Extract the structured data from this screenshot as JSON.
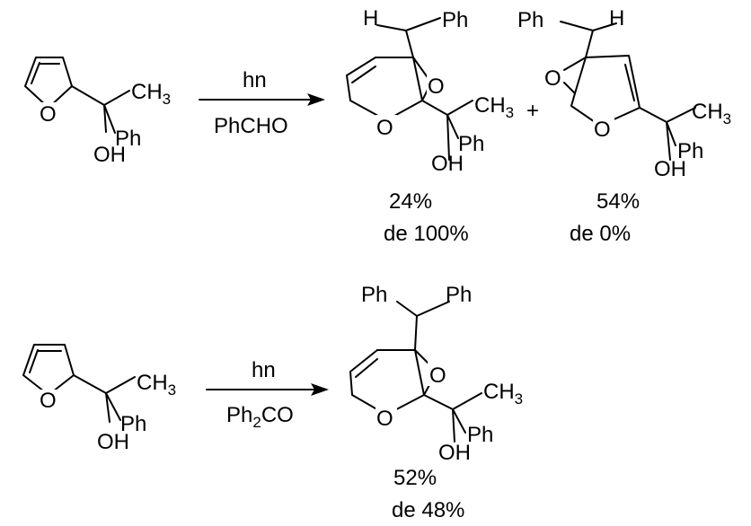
{
  "reaction_1": {
    "reactant": {
      "ch3": "CH",
      "ch3_sub": "3",
      "ph": "Ph",
      "oh": "OH",
      "ring_o": "O"
    },
    "arrow": {
      "above": "hn",
      "below": "PhCHO"
    },
    "product_a": {
      "h": "H",
      "ph_top": "Ph",
      "bridge_o": "O",
      "ring_o": "O",
      "ch3": "CH",
      "ch3_sub": "3",
      "ph": "Ph",
      "oh": "OH",
      "yield": "24%",
      "de": "de 100%"
    },
    "plus": "+",
    "product_b": {
      "ph_top": "Ph",
      "h": "H",
      "bridge_o": "O",
      "ring_o": "O",
      "ch3": "CH",
      "ch3_sub": "3",
      "ph": "Ph",
      "oh": "OH",
      "yield": "54%",
      "de": "de 0%"
    }
  },
  "reaction_2": {
    "reactant": {
      "ch3": "CH",
      "ch3_sub": "3",
      "ph": "Ph",
      "oh": "OH",
      "ring_o": "O"
    },
    "arrow": {
      "above": "hn",
      "below_main": "Ph",
      "below_sub": "2",
      "below_end": "CO"
    },
    "product": {
      "ph_left": "Ph",
      "ph_right": "Ph",
      "bridge_o": "O",
      "ring_o": "O",
      "ch3": "CH",
      "ch3_sub": "3",
      "ph": "Ph",
      "oh": "OH",
      "yield": "52%",
      "de": "de 48%"
    }
  }
}
